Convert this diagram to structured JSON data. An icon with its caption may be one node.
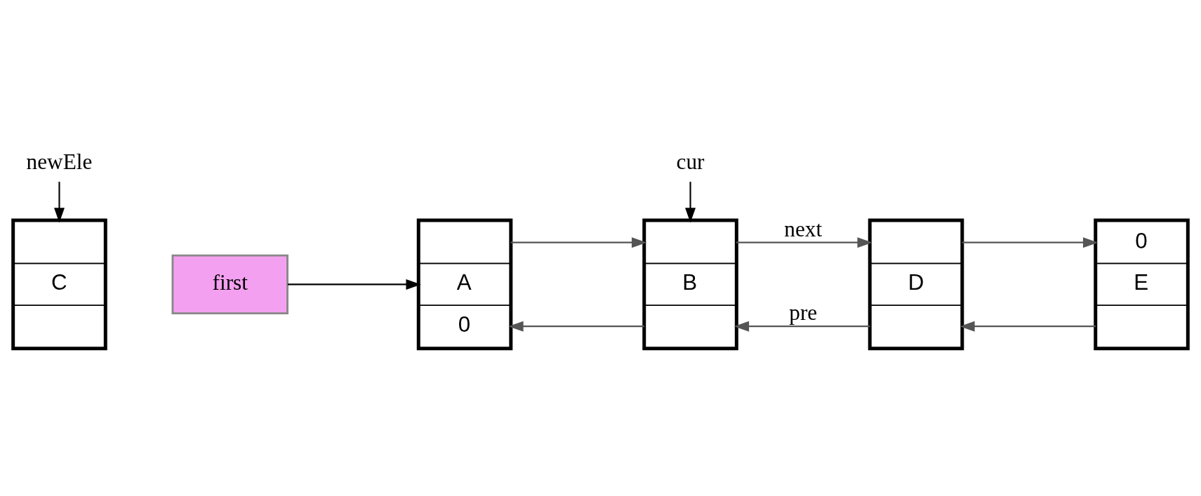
{
  "diagram": {
    "nodes": [
      {
        "text": [
          "newEle"
        ]
      },
      {
        "text": [
          "C"
        ]
      },
      {
        "text": [
          "cur"
        ]
      },
      {
        "text": [
          "first"
        ]
      },
      {
        "text": [
          "A",
          "0"
        ]
      },
      {
        "text": [
          "B"
        ]
      },
      {
        "text": [
          "D"
        ]
      },
      {
        "text": [
          "0",
          "E"
        ]
      }
    ],
    "edges": [
      {
        "from": 0,
        "to": 1,
        "arrow": "to"
      },
      {
        "from": 2,
        "to": 5,
        "arrow": "to"
      },
      {
        "from": 3,
        "to": 4,
        "arrow": "to"
      },
      {
        "from": 4,
        "to": 5,
        "arrow": "to"
      },
      {
        "from": 5,
        "to": 6,
        "arrow": "to",
        "label": "next"
      },
      {
        "from": 6,
        "to": 7,
        "arrow": "to"
      },
      {
        "from": 7,
        "to": 6,
        "arrow": "to"
      },
      {
        "from": 6,
        "to": 5,
        "arrow": "to",
        "label": "pre"
      },
      {
        "from": 5,
        "to": 4,
        "arrow": "to"
      }
    ]
  }
}
